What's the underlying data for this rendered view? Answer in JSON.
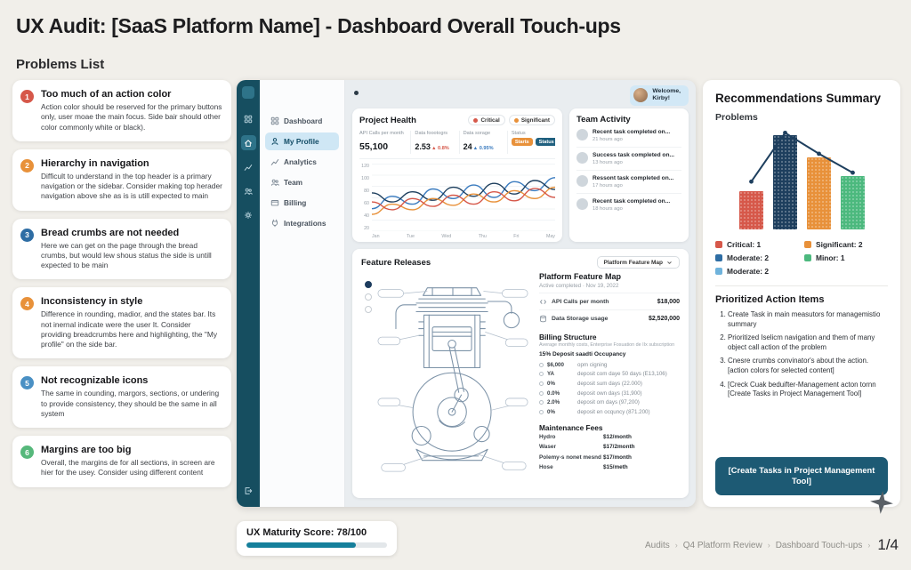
{
  "page": {
    "title": "UX Audit: [SaaS Platform Name] - Dashboard Overall Touch-ups",
    "section_problems": "Problems List"
  },
  "problems": {
    "items": [
      {
        "num": "1",
        "color": "#d6584a",
        "title": "Too much of an action color",
        "desc": "Action color should be reserved for the primary buttons only, user moae the main focus. Side bair should other color commonly white or black)."
      },
      {
        "num": "2",
        "color": "#e8913a",
        "title": "Hierarchy in navigation",
        "desc": "Difficult to understand in the top header is a primary navigation or the sidebar. Consider making top herader navigation above she as is is utill expected to main"
      },
      {
        "num": "3",
        "color": "#2e6da4",
        "title": "Bread crumbs are not needed",
        "desc": "Here we can get on the page through the bread crumbs, but would lew shous status the side is untill expected to be main"
      },
      {
        "num": "4",
        "color": "#e8913a",
        "title": "Inconsistency in style",
        "desc": "Difference in rounding, madior, and the states bar. Its not inernal indicate were the user It. Consider providing breadcrumbs here and highlighting, the \"My profile\" on the side bar."
      },
      {
        "num": "5",
        "color": "#4a90c4",
        "title": "Not recognizable icons",
        "desc": "The same in counding, margors, sections, or undering to provide consistency, they should be the same in all system"
      },
      {
        "num": "6",
        "color": "#56b87b",
        "title": "Margins are too big",
        "desc": "Overall, the margins de for all sections, in screen are hier for the usey. Consider using different content"
      }
    ]
  },
  "dashboard": {
    "welcome_line1": "Welcome,",
    "welcome_line2": "Kirby!",
    "nav": [
      {
        "label": "Dashboard"
      },
      {
        "label": "My Profile"
      },
      {
        "label": "Analytics"
      },
      {
        "label": "Team"
      },
      {
        "label": "Billing"
      },
      {
        "label": "Integrations"
      }
    ],
    "project_health": {
      "title": "Project Health",
      "tags": [
        {
          "label": "Critical",
          "color": "#d6584a"
        },
        {
          "label": "Significant",
          "color": "#e8913a"
        }
      ],
      "metrics": [
        {
          "label": "API Calls per month",
          "value": "55,100"
        },
        {
          "label": "Data foootogrs",
          "value": "2.53",
          "delta": "▲ 0.8%",
          "delta_color": "#d6584a"
        },
        {
          "label": "Data sorage",
          "value": "24",
          "delta": "▲ 0.95%",
          "delta_color": "#3a7bbf"
        },
        {
          "label": "Status",
          "badges": [
            {
              "label": "Starts",
              "color": "#e8913a"
            },
            {
              "label": "Status",
              "color": "#20607f"
            }
          ]
        }
      ],
      "y_labels": [
        "120",
        "100",
        "80",
        "60",
        "40",
        "20"
      ],
      "x_labels": [
        "Jan",
        "Tue",
        "Wed",
        "Thu",
        "Fri",
        "May"
      ]
    },
    "team_activity": {
      "title": "Team Activity",
      "items": [
        {
          "text": "Recent task completed on...",
          "time": "21 hours ago"
        },
        {
          "text": "Success task completed on...",
          "time": "13 hours ago"
        },
        {
          "text": "Ressont task completed on...",
          "time": "17 hours ago"
        },
        {
          "text": "Recent task completed on...",
          "time": "18 hours ago"
        }
      ]
    },
    "feature_releases": {
      "title": "Feature Releases",
      "dropdown": "Platform Feature Map",
      "map": {
        "title": "Platform Feature Map",
        "subtitle": "Active completed · Nov 19, 2022",
        "rows": [
          {
            "label": "API Calls per month",
            "value": "$18,000"
          },
          {
            "label": "Data Storage usage",
            "value": "$2,520,000"
          }
        ]
      },
      "billing": {
        "title": "Billing Structure",
        "subtitle": "Average monthly costs, Enterprise Fosuation de IIx subscription",
        "header": "15% Deposit saadti Occupancy",
        "rows": [
          {
            "left": "$6,000",
            "right": "opm cigning"
          },
          {
            "left": "YA",
            "right": "deposit com daye 50 days (E13,106)"
          },
          {
            "left": "0%",
            "right": "deposit sum days (22.000)"
          },
          {
            "left": "0.0%",
            "right": "deposit own days (31,900)"
          },
          {
            "left": "2.0%",
            "right": "deposit om days (97,200)"
          },
          {
            "left": "0%",
            "right": "deposit en ocquncy (871.200)"
          }
        ]
      },
      "maintenance": {
        "title": "Maintenance Fees",
        "rows": [
          {
            "label": "Hydro",
            "value": "$12/month"
          },
          {
            "label": "Waser",
            "value": "$17/2month"
          },
          {
            "label": "Polemy-s nonet mesnd",
            "value": "$17/month"
          },
          {
            "label": "Hose",
            "value": "$15/meth"
          }
        ]
      }
    }
  },
  "recommendations": {
    "title": "Recommendations Summary",
    "subtitle": "Problems",
    "legend": [
      {
        "label": "Critical: 1",
        "color": "#d6584a"
      },
      {
        "label": "Significant: 2",
        "color": "#e8913a"
      },
      {
        "label": "Moderate: 2",
        "color": "#2e6da4"
      },
      {
        "label": "Minor: 1",
        "color": "#4cb97e"
      },
      {
        "label": "Moderate: 2",
        "color": "#6fb3dc"
      }
    ],
    "actions_title": "Prioritized Action Items",
    "actions": [
      "Create Task in main measutors for managemistio summary",
      "Prioritized Iselicm navigation and them of many object call action of the problem",
      "Cnesre crumbs convinator's about the action. [action colors for selected content]",
      "[Creck Cuak beduifter-Management acton tornn [Create Tasks in Project Management Tool]"
    ],
    "cta": "[Create Tasks in Project Management Tool]",
    "cta_color": "#1d5a74"
  },
  "footer": {
    "maturity_label": "UX Maturity Score: 78/100",
    "maturity_percent": 78,
    "maturity_color": "#157f9b",
    "breadcrumb": [
      "Audits",
      "Q4 Platform Review",
      "Dashboard Touch-ups"
    ],
    "separator": "›",
    "page_indicator": "1/4"
  },
  "chart_data": [
    {
      "type": "line",
      "title": "Project Health",
      "x_labels": [
        "Jan",
        "Tue",
        "Wed",
        "Thu",
        "Fri",
        "May"
      ],
      "ylim": [
        0,
        120
      ],
      "yticks": [
        20,
        40,
        60,
        80,
        100,
        120
      ],
      "grid": true,
      "legend_position": "none",
      "series": [
        {
          "name": "blue",
          "color": "#3a7bbf",
          "values": [
            40,
            62,
            48,
            75,
            58,
            82,
            60,
            88,
            72,
            95
          ]
        },
        {
          "name": "navy",
          "color": "#1e3f5e",
          "values": [
            68,
            52,
            70,
            55,
            78,
            62,
            85,
            66,
            90,
            74
          ]
        },
        {
          "name": "orange",
          "color": "#e8913a",
          "values": [
            30,
            48,
            38,
            58,
            46,
            66,
            52,
            72,
            58,
            78
          ]
        },
        {
          "name": "red",
          "color": "#d6584a",
          "values": [
            52,
            38,
            58,
            44,
            64,
            48,
            70,
            54,
            76,
            60
          ]
        }
      ]
    },
    {
      "type": "bar",
      "title": "Problems",
      "categories": [
        "Critical",
        "Moderate",
        "Significant",
        "Minor"
      ],
      "values": [
        1,
        2,
        2,
        1
      ],
      "colors": [
        "#d6584a",
        "#1e3f5e",
        "#e8913a",
        "#4cb97e"
      ],
      "heights_pct": [
        38,
        95,
        72,
        54
      ],
      "trend_pct": [
        48,
        97,
        76,
        57
      ],
      "legend": [
        "Critical: 1",
        "Significant: 2",
        "Moderate: 2",
        "Minor: 1",
        "Moderate: 2"
      ]
    }
  ]
}
